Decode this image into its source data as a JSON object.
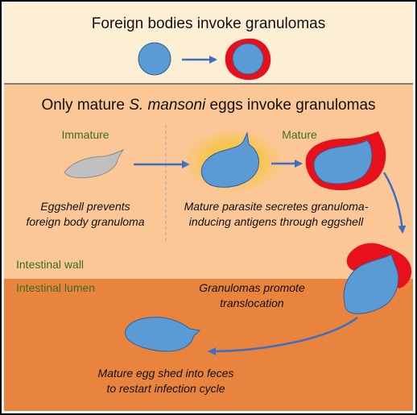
{
  "top_panel": {
    "title": "Foreign bodies invoke granulomas"
  },
  "main_panel": {
    "title_prefix": "Only mature ",
    "title_species": "S. mansoni",
    "title_suffix": " eggs invoke granulomas",
    "immature_label": "Immature",
    "mature_label": "Mature",
    "immature_caption_line1": "Eggshell prevents",
    "immature_caption_line2": "foreign body granuloma",
    "mature_caption_line1": "Mature parasite secretes granuloma-",
    "mature_caption_line2": "inducing antigens through eggshell",
    "intestinal_wall_label": "Intestinal wall",
    "intestinal_lumen_label": "Intestinal lumen",
    "translocation_caption_line1": "Granulomas promote",
    "translocation_caption_line2": "translocation",
    "shed_caption_line1": "Mature egg shed into feces",
    "shed_caption_line2": "to restart infection cycle"
  },
  "colors": {
    "top_panel_bg": "#fcefd4",
    "wall_bg": "#fbc796",
    "lumen_bg": "#e8843e",
    "egg_blue": "#5b9bd5",
    "egg_immature": "#c0c0c0",
    "granuloma_red": "#e8101a",
    "arrow_blue": "#3a6fc4",
    "label_green": "#3c6e22",
    "glow_yellow": "#f6c443"
  },
  "icons": {
    "foreign_body": "blue-circle",
    "granuloma": "red-ring"
  }
}
